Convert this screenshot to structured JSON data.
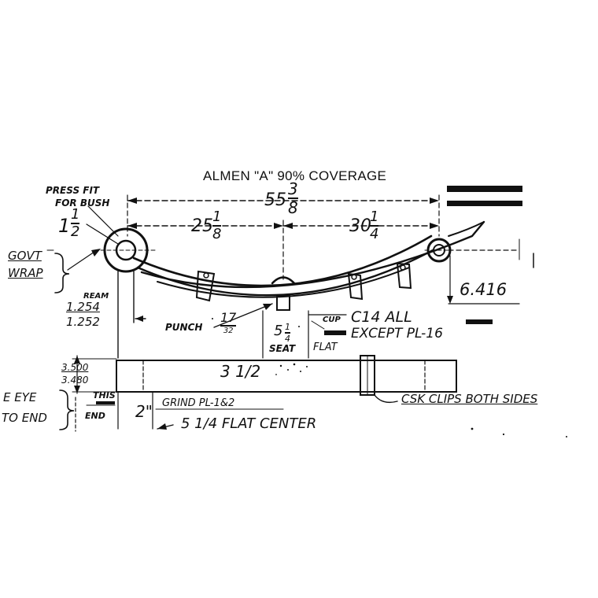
{
  "title": "ALMEN \"A\" 90% COVERAGE",
  "labels": {
    "press_fit": "PRESS FIT",
    "for_bush": "FOR BUSH",
    "govt": "GOVT",
    "wrap": "WRAP",
    "ream": "REAM",
    "ream_max": "1.254",
    "ream_min": "1.252",
    "punch": "PUNCH",
    "cup": "CUP",
    "c14_all": "C14 ALL",
    "except": "EXCEPT PL-16",
    "seat": "SEAT",
    "flat": "FLAT",
    "camber": "6.416",
    "width_max": "3.500",
    "width_min": "3.480",
    "width_nominal": "3 1/2",
    "csk_clips": "CSK CLIPS BOTH SIDES",
    "eye_to_end_1": "E EYE",
    "eye_to_end_2": "TO END",
    "this": "THIS",
    "end": "END",
    "grind_len": "2\"",
    "grind": "GRIND PL-1&2",
    "flat_center": "5 1/4 FLAT CENTER"
  },
  "dims": {
    "overall": {
      "whole": "55",
      "num": "3",
      "den": "8"
    },
    "left": {
      "whole": "25",
      "num": "1",
      "den": "8"
    },
    "right": {
      "whole": "30",
      "num": "1",
      "den": "4"
    },
    "eye": {
      "whole": "1",
      "num": "1",
      "den": "2"
    },
    "punch": {
      "num": "17",
      "den": "32"
    },
    "seat": {
      "whole": "5",
      "num": "1",
      "den": "4"
    }
  }
}
